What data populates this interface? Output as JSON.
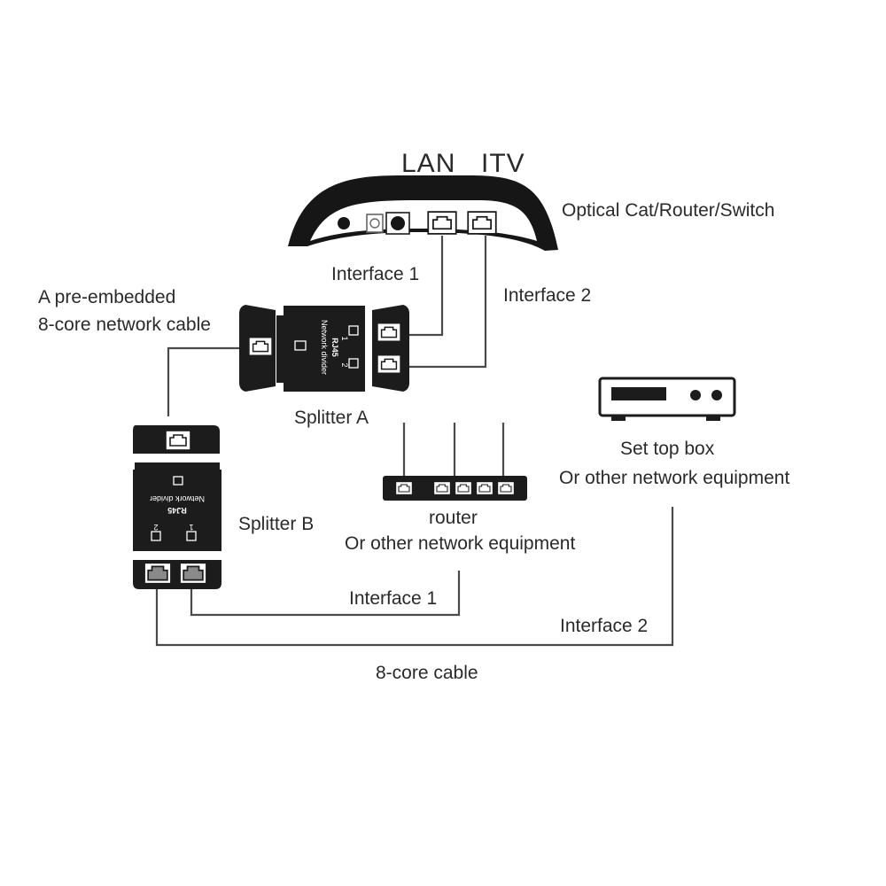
{
  "router_top": {
    "port_labels": {
      "lan": "LAN",
      "itv": "ITV"
    },
    "device_label": "Optical Cat/Router/Switch",
    "interface_1": "Interface 1",
    "interface_2": "Interface 2"
  },
  "cable_note": {
    "line1": "A pre-embedded",
    "line2": "8-core network cable"
  },
  "splitter_a": {
    "label": "Splitter A",
    "marking_1": "RJ45",
    "marking_2": "Network divider",
    "port_1": "1",
    "port_2": "2"
  },
  "splitter_b": {
    "label": "Splitter B",
    "marking_1": "RJ45",
    "marking_2": "Network divider",
    "port_1": "1",
    "port_2": "2"
  },
  "set_top_box": {
    "line1": "Set top box",
    "line2": "Or other network equipment"
  },
  "router_bottom": {
    "line1": "router",
    "line2": "Or other network equipment"
  },
  "bottom_links": {
    "interface_1": "Interface 1",
    "interface_2": "Interface 2",
    "cable": "8-core cable"
  }
}
